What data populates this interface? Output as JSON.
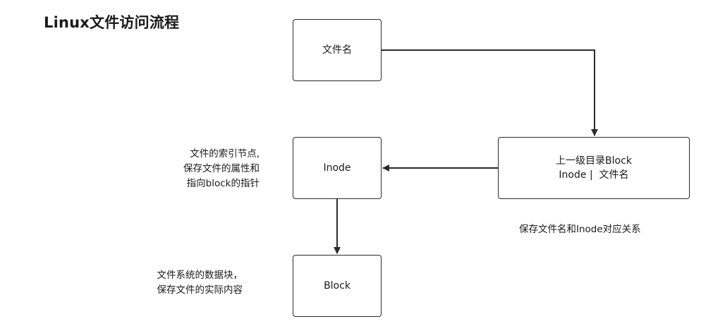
{
  "title": "Linux文件访问流程",
  "nodes": {
    "filename": "文件名",
    "inode": "Inode",
    "block": "Block",
    "dir_block_line1": "上一级目录Block",
    "dir_block_line2": "Inode |  文件名"
  },
  "notes": {
    "inode": [
      "文件的索引节点,",
      "保存文件的属性和",
      "指向block的指针"
    ],
    "block": [
      "文件系统的数据块，",
      "保存文件的实际内容"
    ],
    "dir_block": "保存文件名和Inode对应关系"
  },
  "edges": [
    {
      "from": "文件名",
      "to": "上一级目录Block"
    },
    {
      "from": "上一级目录Block",
      "to": "Inode"
    },
    {
      "from": "Inode",
      "to": "Block"
    }
  ],
  "colors": {
    "line": "#2b2b2b",
    "background": "#ffffff"
  }
}
